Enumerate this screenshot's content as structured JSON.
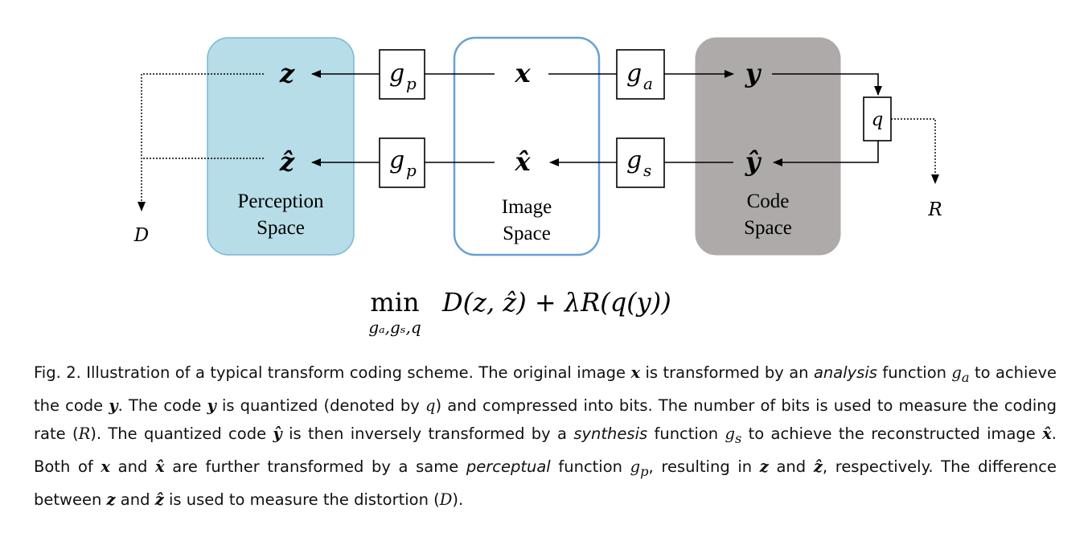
{
  "spaces": {
    "perception": [
      "Perception",
      "Space"
    ],
    "image": [
      "Image",
      "Space"
    ],
    "code": [
      "Code",
      "Space"
    ]
  },
  "functions": {
    "gp_main": "g",
    "gp_sub": "p",
    "ga_main": "g",
    "ga_sub": "a",
    "gs_main": "g",
    "gs_sub": "s",
    "q": "q"
  },
  "variables": {
    "z": "z",
    "z_hat": "ẑ",
    "x": "x",
    "x_hat": "x̂",
    "y": "y",
    "y_hat": "ŷ",
    "D": "D",
    "R": "R"
  },
  "formula": {
    "min": "min",
    "subscript": "gₐ,gₛ,q",
    "body": "D(z, ẑ) + λR(q(y))"
  },
  "caption": {
    "fig": "Fig. 2.",
    "text": [
      "Illustration of a typical transform coding scheme. The original image ",
      "x",
      " is transformed by an ",
      "analysis",
      " function ",
      "g",
      "a",
      " to achieve the code ",
      "y",
      ". The code ",
      "y",
      " is quantized (denoted by ",
      "q",
      ") and compressed into bits. The number of bits is used to measure the coding rate (",
      "R",
      "). The quantized code ",
      "ŷ",
      " is then inversely transformed by a ",
      "synthesis",
      " function ",
      "g",
      "s",
      " to achieve the reconstructed image ",
      "x̂",
      ". Both of ",
      "x",
      " and ",
      "x̂",
      " are further transformed by a same ",
      "perceptual",
      " function ",
      "g",
      "p",
      ", resulting in ",
      "z",
      " and ",
      "ẑ",
      ", respectively. The difference between ",
      "z",
      " and ",
      "ẑ",
      " is used to measure the distortion (",
      "D",
      ")."
    ]
  }
}
